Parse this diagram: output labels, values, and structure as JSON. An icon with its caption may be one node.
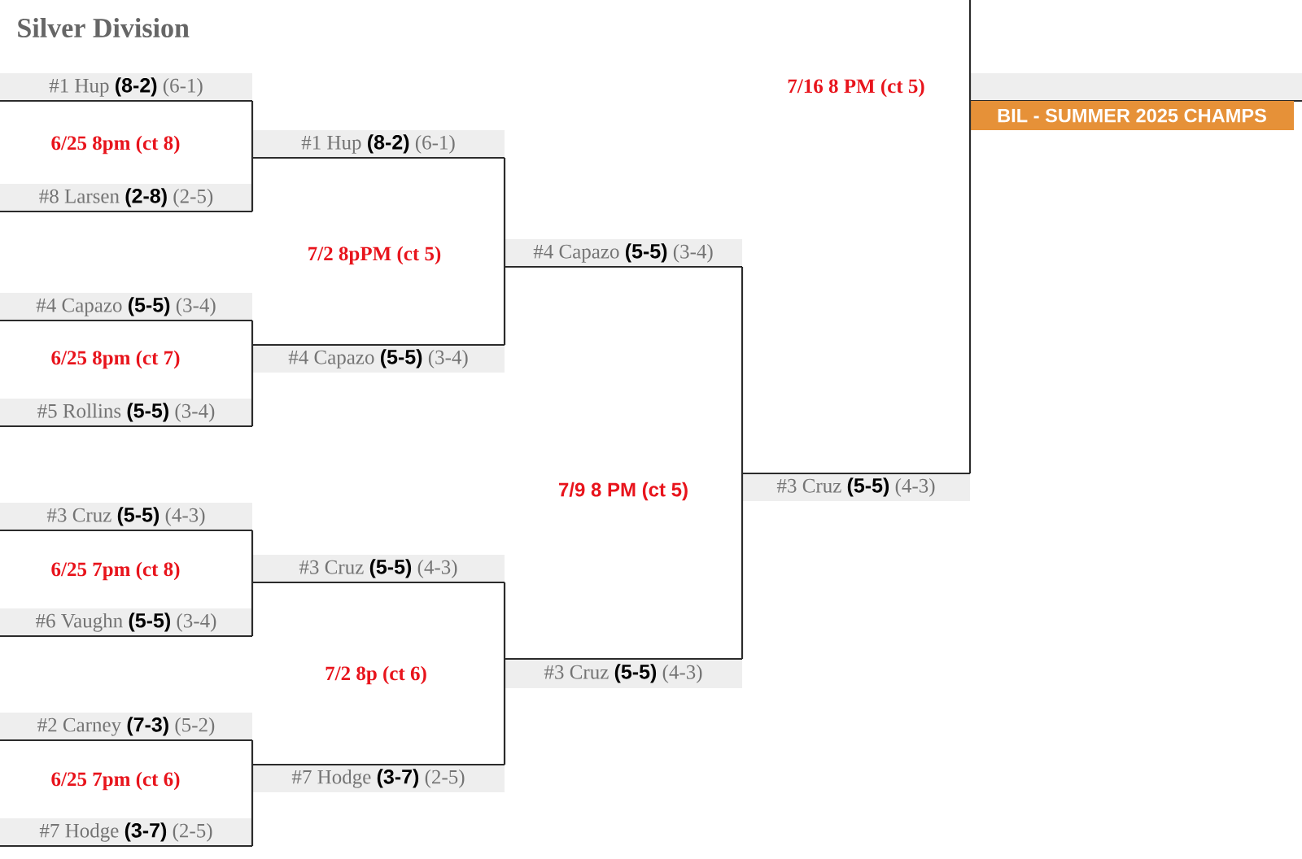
{
  "diagram": {
    "title": "Silver Division",
    "nodes": [
      {
        "text": [
          "#1 Hup **(8-2)** (6-1)"
        ]
      },
      {
        "text": [
          "#8 Larsen **(2-8)** (2-5)"
        ]
      },
      {
        "text": [
          "#4 Capazo **(5-5)** (3-4)"
        ]
      },
      {
        "text": [
          "#5 Rollins **(5-5)** (3-4)"
        ]
      },
      {
        "text": [
          "#3 Cruz **(5-5)** (4-3)"
        ]
      },
      {
        "text": [
          "#6 Vaughn **(5-5)** (3-4)"
        ]
      },
      {
        "text": [
          "#2 Carney **(7-3)** (5-2)"
        ]
      },
      {
        "text": [
          "#7 Hodge **(3-7)** (2-5)"
        ]
      },
      {
        "text": [
          "#1 Hup **(8-2)** (6-1)"
        ]
      },
      {
        "text": [
          "#4 Capazo **(5-5)** (3-4)"
        ]
      },
      {
        "text": [
          "#3 Cruz **(5-5)** (4-3)"
        ]
      },
      {
        "text": [
          "#7 Hodge **(3-7)** (2-5)"
        ]
      },
      {
        "text": [
          "#4 Capazo **(5-5)** (3-4)"
        ]
      },
      {
        "text": [
          "#3 Cruz **(5-5)** (4-3)"
        ]
      },
      {
        "text": [
          "#3 Cruz **(5-5)** (4-3)"
        ]
      },
      {
        "text": [],
        "shape": "bar"
      },
      {
        "text": [
          "BIL - SUMMER 2025 CHAMPS"
        ]
      }
    ],
    "edges": [
      {
        "from": 0,
        "to": 8,
        "arrow": "none"
      },
      {
        "from": 1,
        "to": 8,
        "arrow": "none"
      },
      {
        "from": 2,
        "to": 9,
        "arrow": "none"
      },
      {
        "from": 3,
        "to": 9,
        "arrow": "none"
      },
      {
        "from": 4,
        "to": 10,
        "arrow": "none"
      },
      {
        "from": 5,
        "to": 10,
        "arrow": "none"
      },
      {
        "from": 6,
        "to": 11,
        "arrow": "none"
      },
      {
        "from": 7,
        "to": 11,
        "arrow": "none"
      },
      {
        "from": 8,
        "to": 12,
        "arrow": "none"
      },
      {
        "from": 9,
        "to": 12,
        "arrow": "none"
      },
      {
        "from": 10,
        "to": 13,
        "arrow": "none"
      },
      {
        "from": 11,
        "to": 13,
        "arrow": "none"
      },
      {
        "from": 12,
        "to": 14,
        "arrow": "none"
      },
      {
        "from": 13,
        "to": 14,
        "arrow": "none"
      },
      {
        "from": 14,
        "to": 15,
        "arrow": "none"
      },
      {
        "from": null,
        "to": 15,
        "arrow": "none"
      }
    ],
    "labels": [
      "7/16 8 PM (ct 5)",
      "6/25 8pm (ct 8)",
      "7/2 8pPM (ct 5)",
      "6/25 8pm (ct 7)",
      "7/9 8 PM (ct 5)",
      "6/25 7pm (ct 8)",
      "7/2 8p (ct 6)",
      "6/25 7pm (ct 6)"
    ]
  }
}
